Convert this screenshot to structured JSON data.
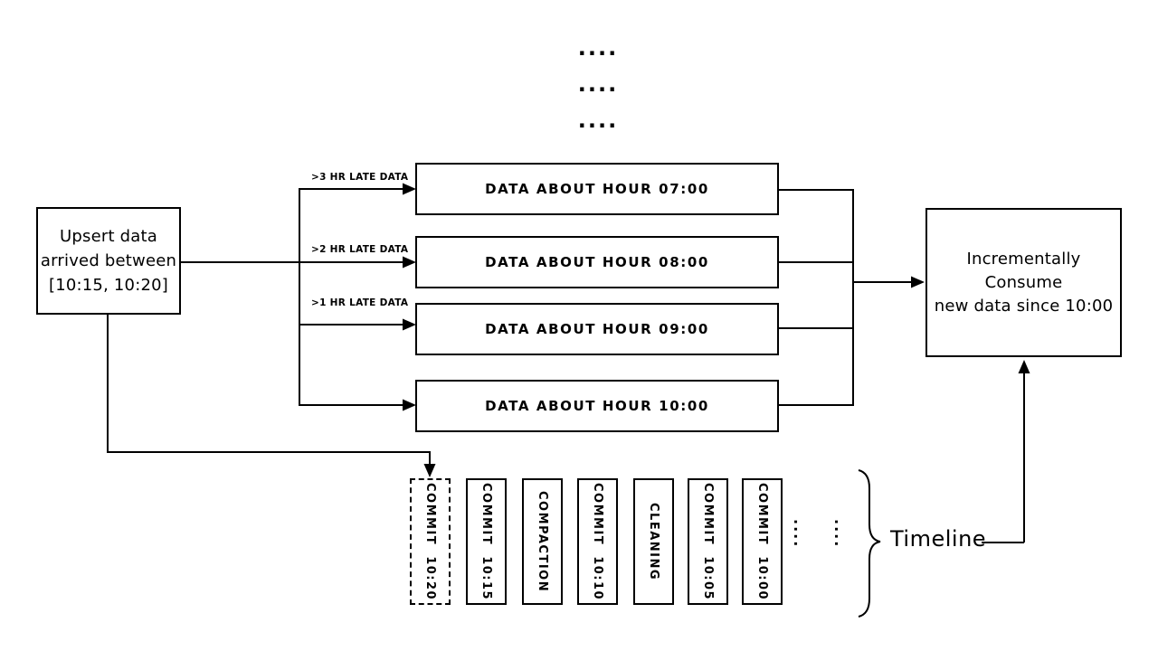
{
  "top_ellipsis": [
    "....",
    "....",
    "...."
  ],
  "upsert_box": {
    "line1": "Upsert data",
    "line2": "arrived between",
    "line3": "[10:15, 10:20]"
  },
  "branch_labels": {
    "hr3": ">3 HR LATE DATA",
    "hr2": ">2 HR LATE DATA",
    "hr1": ">1 HR LATE DATA"
  },
  "data_boxes": {
    "hour07": "DATA ABOUT HOUR 07:00",
    "hour08": "DATA ABOUT HOUR 08:00",
    "hour09": "DATA ABOUT HOUR 09:00",
    "hour10": "DATA ABOUT HOUR 10:00"
  },
  "consume_box": {
    "line1": "Incrementally Consume",
    "line2": "new data since 10:00"
  },
  "timeline": {
    "commits": [
      {
        "label": "COMMIT  10:20",
        "style": "dashed"
      },
      {
        "label": "COMMIT  10:15",
        "style": "solid"
      },
      {
        "label": "COMPACTION",
        "style": "solid"
      },
      {
        "label": "COMMIT  10:10",
        "style": "solid"
      },
      {
        "label": "CLEANING",
        "style": "solid"
      },
      {
        "label": "COMMIT  10:05",
        "style": "solid"
      },
      {
        "label": "COMMIT  10:00",
        "style": "solid"
      }
    ],
    "ellipsis": [
      "....",
      "...."
    ],
    "label": "Timeline"
  },
  "colors": {
    "ink": "#000000",
    "background": "#ffffff"
  }
}
